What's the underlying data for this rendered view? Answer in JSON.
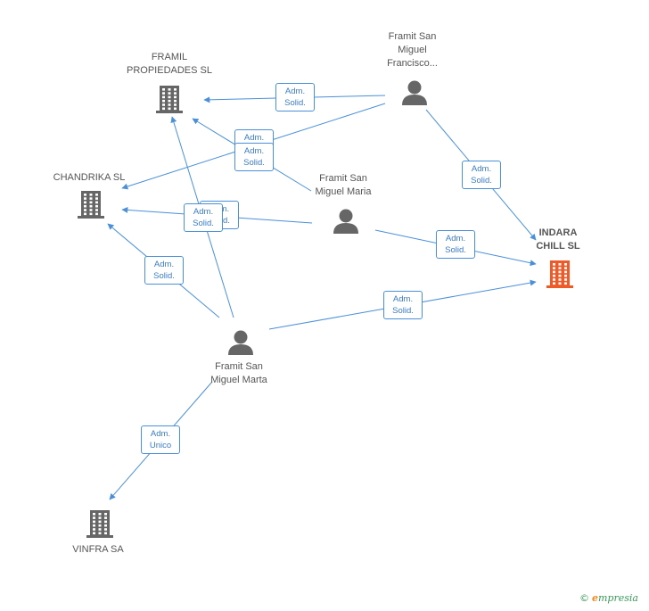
{
  "colors": {
    "edge": "#4a90d9",
    "company": "#666666",
    "company_highlight": "#f05a28",
    "person": "#666666",
    "label_border": "#4a90d9",
    "label_text": "#3a7cc7"
  },
  "nodes": {
    "framil": {
      "label": "FRAMIL\nPROPIEDADES SL",
      "type": "company"
    },
    "chandrika": {
      "label": "CHANDRIKA SL",
      "type": "company"
    },
    "indara": {
      "label": "INDARA\nCHILL SL",
      "type": "company-highlight"
    },
    "vinfra": {
      "label": "VINFRA SA",
      "type": "company"
    },
    "francisco": {
      "label": "Framit San\nMiguel\nFrancisco...",
      "type": "person"
    },
    "maria": {
      "label": "Framit San\nMiguel Maria",
      "type": "person"
    },
    "marta": {
      "label": "Framit San\nMiguel Marta",
      "type": "person"
    }
  },
  "edge_labels": {
    "francisco_framil": "Adm.\nSolid.",
    "maria_framil": "Adm.\nSolid.",
    "francisco_chandrika": "Adm.\nSolid.",
    "francisco_indara": "Adm.\nSolid.",
    "maria_chandrika": "Adm.\nSolid.",
    "marta_framil": "Adm.\nSolid.",
    "maria_indara": "Adm.\nSolid.",
    "marta_chandrika": "Adm.\nSolid.",
    "marta_indara": "Adm.\nSolid.",
    "marta_vinfra": "Adm.\nUnico"
  },
  "footer": {
    "copyright": "©",
    "brand_initial": "e",
    "brand_rest": "mpresia"
  }
}
